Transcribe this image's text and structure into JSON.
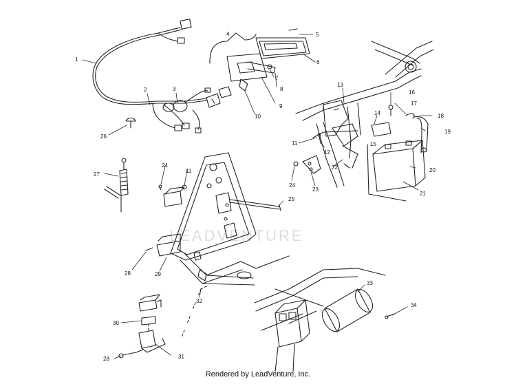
{
  "callouts": [
    "1",
    "2",
    "3",
    "4",
    "5",
    "6",
    "7",
    "8",
    "9",
    "10",
    "11",
    "12",
    "13",
    "14",
    "15",
    "16",
    "17",
    "18",
    "19",
    "20",
    "21",
    "22",
    "23",
    "24",
    "25",
    "26",
    "27",
    "28",
    "29",
    "30",
    "31",
    "32",
    "33",
    "34"
  ],
  "watermark": "LEADVENTURE",
  "footer": "Rendered by LeadVenture, Inc.",
  "colors": {
    "line": "#222222",
    "watermark": "#dcdcdc"
  }
}
